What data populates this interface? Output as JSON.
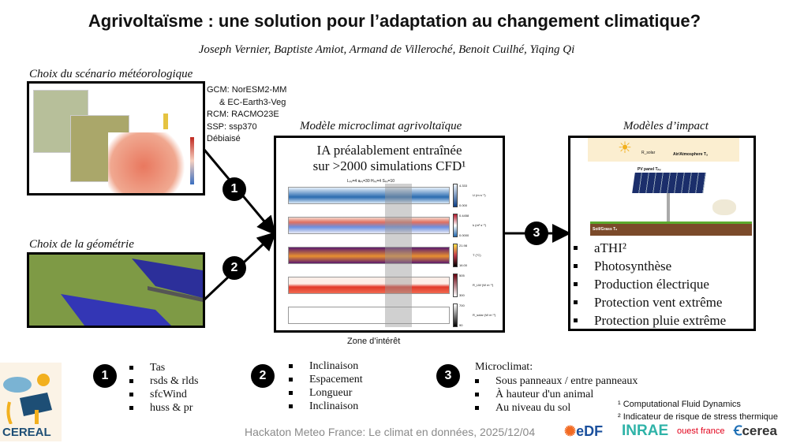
{
  "title": "Agrivoltaïsme : une solution pour l’adaptation au changement climatique?",
  "authors": "Joseph Vernier, Baptiste Amiot, Armand de Villeroché, Benoit Cuilhé, Yiqing Qi",
  "scenario": {
    "heading": "Choix du scénario météorologique",
    "lines": [
      "GCM: NorESM2-MM",
      "& EC-Earth3-Veg",
      "RCM: RACMO23E",
      "SSP: ssp370",
      "Débiaisé"
    ]
  },
  "geometry": {
    "heading": "Choix de la géométrie"
  },
  "model": {
    "heading": "Modèle microclimat agrivoltaïque",
    "ia_line1": "IA préalablement entraînée",
    "ia_line2": "sur >2000 simulations CFD¹",
    "plot_title": "Lₚᵥ=4 aₚᵥ=30 Hₚᵥ=4 Sₚᵥ=10",
    "colorbars": [
      {
        "max": "4.333",
        "min": "0.000",
        "label": "U (m s⁻¹)"
      },
      {
        "max": "0.4458",
        "min": "0.0000",
        "label": "k (m² s⁻²)"
      },
      {
        "max": "21.98",
        "min": "16.00",
        "label": "T (°C)"
      },
      {
        "max": "505",
        "min": "300",
        "label": "R_LW (W m⁻²)"
      },
      {
        "max": "700",
        "min": "90",
        "label": "R_solar (W m⁻²)"
      }
    ],
    "zone_label": "Zone d’intérêt"
  },
  "impact": {
    "heading": "Modèles d’impact",
    "diagram_labels": {
      "air": "Air/Atmosphere Tₐ",
      "panel": "PV panel Tₚᵥ",
      "soil": "Soil/Grass Tₛ",
      "solar": "R_solar"
    },
    "items": [
      "aTHI²",
      "Photosynthèse",
      "Production électrique",
      "Protection vent extrême",
      "Protection pluie extrême"
    ]
  },
  "steps": [
    "1",
    "2",
    "3"
  ],
  "bottom": {
    "list1": [
      "Tas",
      "rsds & rlds",
      "sfcWind",
      "huss & pr"
    ],
    "list2": [
      "Inclinaison",
      "Espacement",
      "Longueur",
      "Inclinaison"
    ],
    "list3_heading": "Microclimat:",
    "list3": [
      "Sous panneaux / entre panneaux",
      "À hauteur d'un animal",
      "Au niveau du sol"
    ]
  },
  "footnotes": [
    "¹ Computational Fluid Dynamics",
    "² Indicateur de risque de stress thermique"
  ],
  "footer": "Hackaton Meteo France: Le climat en données, 2025/12/04",
  "logos": {
    "cereal": "CEREAL",
    "edf": "eDF",
    "inrae": "INRAE",
    "ouest": "ouest france",
    "cerea": "cerea"
  }
}
